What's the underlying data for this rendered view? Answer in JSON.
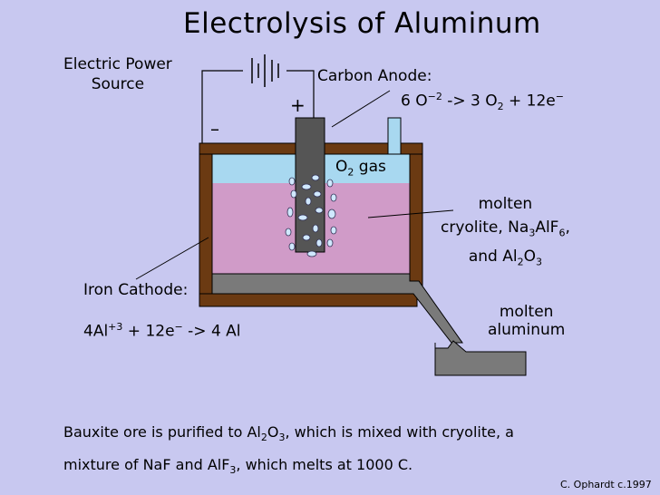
{
  "title": "Electrolysis of Aluminum",
  "labels": {
    "power_line1": "Electric Power",
    "power_line2": "Source",
    "plus": "+",
    "minus": "–",
    "anode": "Carbon Anode:",
    "anode_eq": {
      "coef": "6 O",
      "charge": "−2",
      "mid": " -> 3 O",
      "sub": "2",
      "end": " + 12e",
      "e_sup": "−"
    },
    "gas": {
      "main": "O",
      "sub": "2",
      "end": " gas"
    },
    "molten1": "molten",
    "molten2_a": "cryolite, Na",
    "molten2_sub1": "3",
    "molten2_b": "AlF",
    "molten2_sub2": "6",
    "molten2_c": ",",
    "molten3_a": "and Al",
    "molten3_sub1": "2",
    "molten3_b": "O",
    "molten3_sub2": "3",
    "cathode": "Iron Cathode:",
    "cathode_eq": {
      "a": "4Al",
      "charge": "+3",
      "b": " + 12e",
      "e_sup": "−",
      "c": " -> 4 Al"
    },
    "alum1": "molten",
    "alum2": "aluminum"
  },
  "caption": {
    "line1_a": "Bauxite ore is purified to Al",
    "line1_sub1": "2",
    "line1_b": "O",
    "line1_sub2": "3",
    "line1_c": ", which is mixed with cryolite, a",
    "line2_a": "mixture of NaF  and AlF",
    "line2_sub": "3",
    "line2_b": ", which melts at 1000 C."
  },
  "credit": "C. Ophardt c.1997",
  "colors": {
    "background": "#c8c8f0",
    "container": "#6b3a12",
    "gas_region": "#a8d8f0",
    "cryolite": "#d09bc8",
    "anode": "#555555",
    "aluminum": "#7a7a7a",
    "bubble": "#d0e8ff"
  }
}
